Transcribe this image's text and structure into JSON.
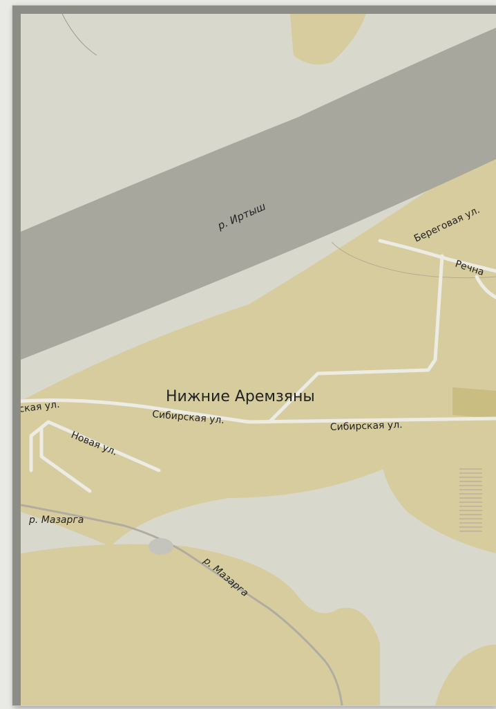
{
  "map": {
    "place_label": "Нижние Аремзяны",
    "river_irtysh": "р. Иртыш",
    "river_mazarga_1": "р. Мазарга",
    "river_mazarga_2": "р. Мазарга",
    "streets": {
      "beregovaya": "Береговая ул.",
      "rechnaya": "Речна",
      "sibirskaya_1": "Сибирская ул.",
      "sibirskaya_2": "Сибирская ул.",
      "sibirskaya_left": "ская ул.",
      "novaya": "Новая ул."
    }
  },
  "colors": {
    "land": "#d9d8cd",
    "settlement": "#d6cc9e",
    "river": "#a8a79e",
    "road": "#ecebe4"
  }
}
